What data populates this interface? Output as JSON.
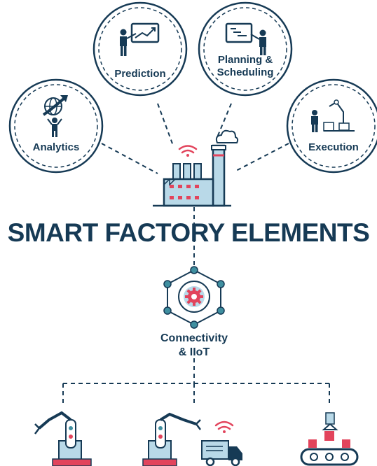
{
  "title": "SMART FACTORY ELEMENTS",
  "nodes": {
    "analytics": "Analytics",
    "prediction": "Prediction",
    "planning": "Planning &\nScheduling",
    "execution": "Execution",
    "connectivity": "Connectivity\n& IIoT"
  },
  "colors": {
    "navy": "#163a55",
    "red": "#e2445c",
    "light_blue": "#b9d9e8",
    "teal": "#3f8fa0"
  }
}
